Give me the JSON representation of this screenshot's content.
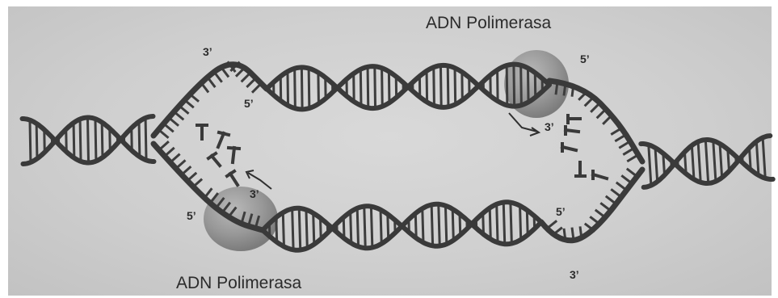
{
  "labels": {
    "polymerase_top": "ADN Polimerasa",
    "polymerase_bottom": "ADN Polimerasa",
    "top_left_3prime": "3’",
    "top_left_5prime": "5’",
    "top_right_5prime": "5’",
    "top_right_3prime": "3’",
    "bottom_left_5prime": "5’",
    "bottom_left_3prime": "3’",
    "bottom_right_5prime": "5’",
    "bottom_right_3prime": "3’"
  },
  "colors": {
    "strand": "#3a3a3a",
    "rung": "#3d3d3d",
    "background": "#d2d2d2",
    "enzyme": "#8a8a8a"
  },
  "icons": [
    "dna-double-helix",
    "polymerase-enzyme",
    "nucleotide",
    "arrow"
  ]
}
